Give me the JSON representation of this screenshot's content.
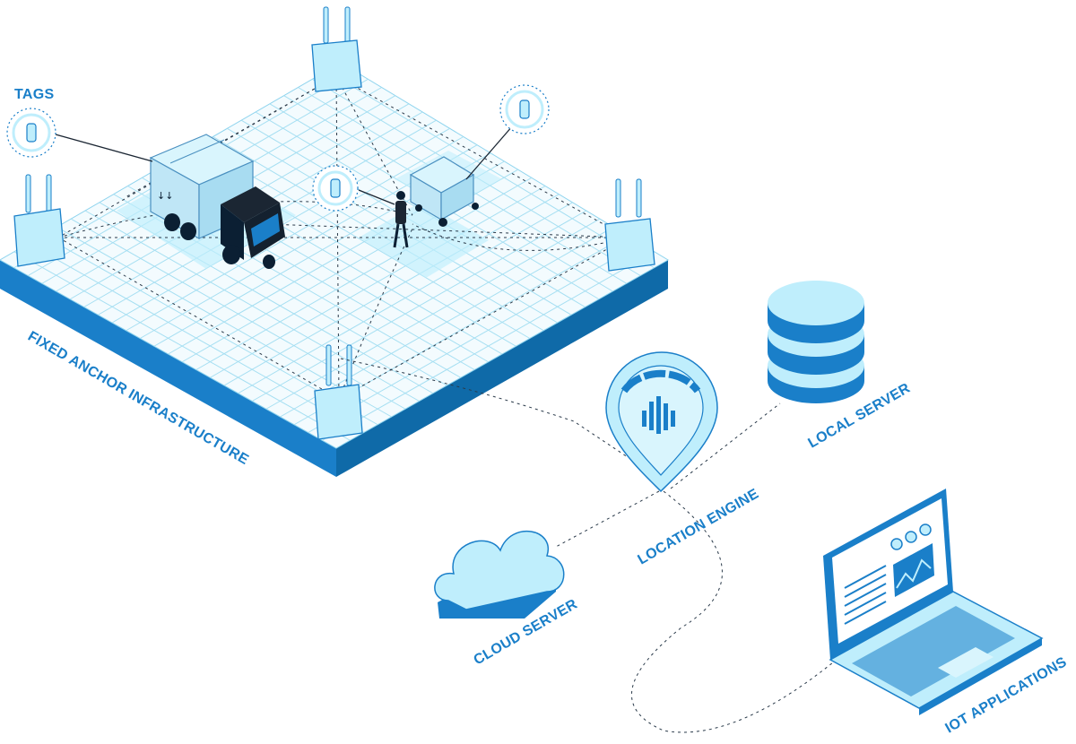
{
  "labels": {
    "tags": "TAGS",
    "infrastructure": "FIXED ANCHOR INFRASTRUCTURE",
    "local_server": "LOCAL SERVER",
    "location_engine": "LOCATION ENGINE",
    "cloud_server": "CLOUD SERVER",
    "iot_applications": "IOT APPLICATIONS"
  },
  "colors": {
    "accent": "#1a7fc9",
    "light_blue": "#bfeefc",
    "pale_blue": "#d9f5fd",
    "dark_blue": "#0f6aa8",
    "grid": "#8fd4ee",
    "floor": "#f3fbfe",
    "navy": "#0b1f33"
  },
  "icons": {
    "anchors": [
      "anchor-icon",
      "anchor-icon",
      "anchor-icon",
      "anchor-icon",
      "anchor-icon"
    ],
    "tags": [
      "tag-icon",
      "tag-icon",
      "tag-icon"
    ],
    "devices": [
      "database-icon",
      "location-pin-icon",
      "cloud-icon",
      "laptop-icon"
    ]
  }
}
